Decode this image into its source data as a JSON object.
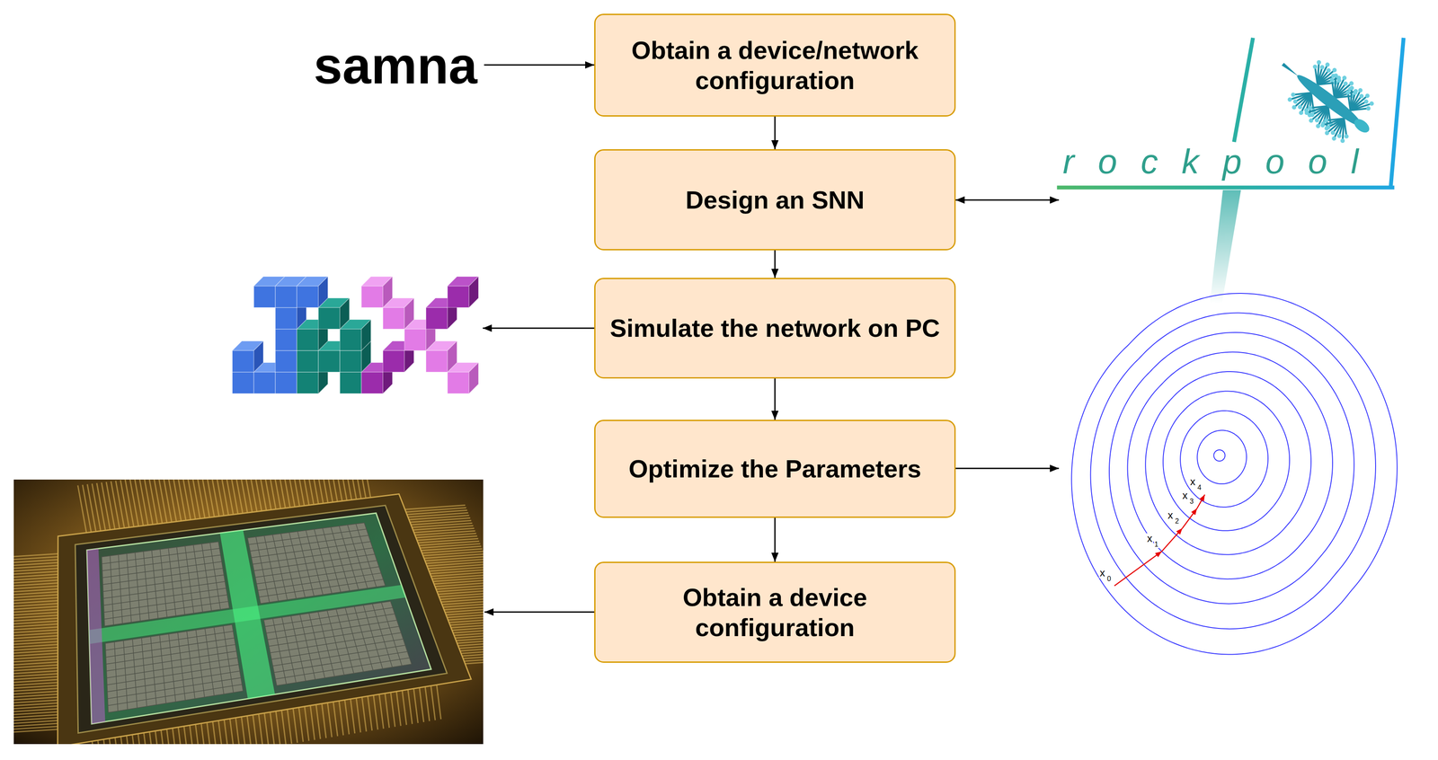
{
  "diagram": {
    "nodes": [
      {
        "text": [
          "Obtain a device/network configuration"
        ]
      },
      {
        "text": [
          "Design an SNN"
        ]
      },
      {
        "text": [
          "Simulate the network on PC"
        ]
      },
      {
        "text": [
          "Optimize the Parameters"
        ]
      },
      {
        "text": [
          "Obtain a device configuration"
        ]
      }
    ],
    "edges": [
      {
        "from": 0,
        "to": 1,
        "arrow": "to"
      },
      {
        "from": 1,
        "to": 2,
        "arrow": "to"
      },
      {
        "from": 2,
        "to": 3,
        "arrow": "to"
      },
      {
        "from": 3,
        "to": 4,
        "arrow": "to"
      }
    ],
    "labels": [
      "samna",
      "rockpool",
      "x",
      "0",
      "x",
      "1",
      "x",
      "2",
      "x",
      "3",
      "x",
      "4"
    ]
  }
}
